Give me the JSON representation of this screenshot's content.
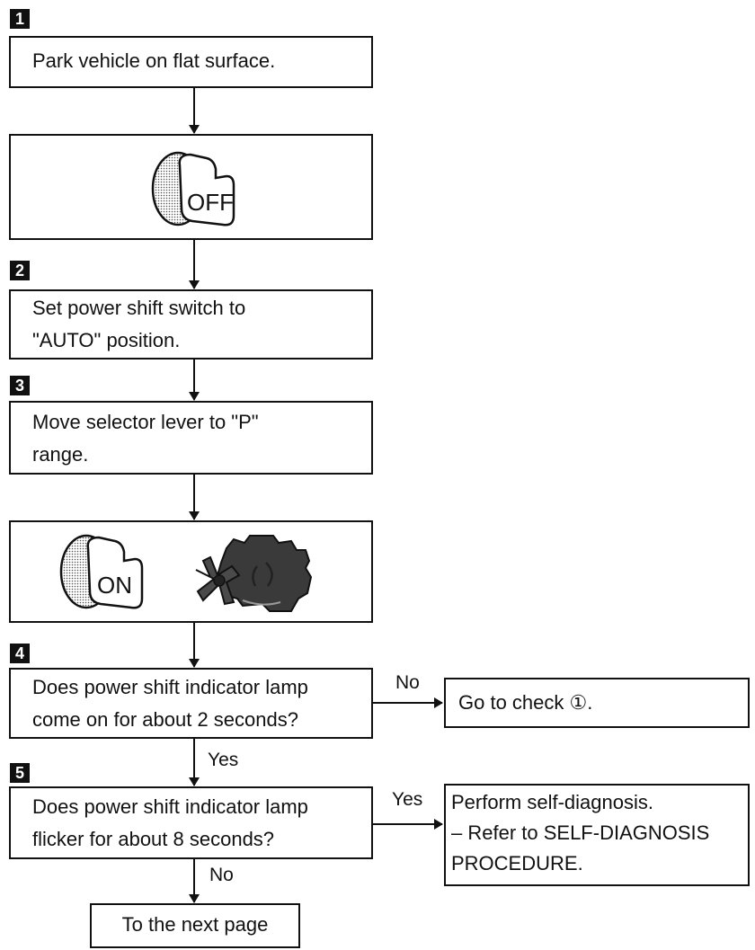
{
  "steps": [
    {
      "number": "1",
      "text": "Park vehicle on flat surface."
    },
    {
      "number": "2",
      "text": "Set power shift switch to\n\"AUTO\" position."
    },
    {
      "number": "3",
      "text": "Move selector lever to \"P\"\nrange."
    },
    {
      "number": "4",
      "text": "Does power shift indicator lamp\ncome on for about 2 seconds?"
    },
    {
      "number": "5",
      "text": "Does power shift indicator lamp\nflicker for about 8 seconds?"
    }
  ],
  "illustrations": {
    "key_off": {
      "label": "OFF",
      "icon": "ignition-key-off-icon"
    },
    "key_on": {
      "label": "ON",
      "icon": "ignition-key-on-icon"
    },
    "engine": {
      "icon": "engine-icon"
    }
  },
  "branches": {
    "step4_no": "No",
    "step4_yes": "Yes",
    "step5_yes": "Yes",
    "step5_no": "No"
  },
  "outcomes": {
    "check": "Go to check ①.",
    "self_diag": "Perform self-diagnosis.\n– Refer to SELF-DIAGNOSIS\nPROCEDURE.",
    "next_page": "To the next page"
  },
  "colors": {
    "ink": "#111111",
    "paper": "#ffffff",
    "stipple": "#6a6a6a"
  }
}
